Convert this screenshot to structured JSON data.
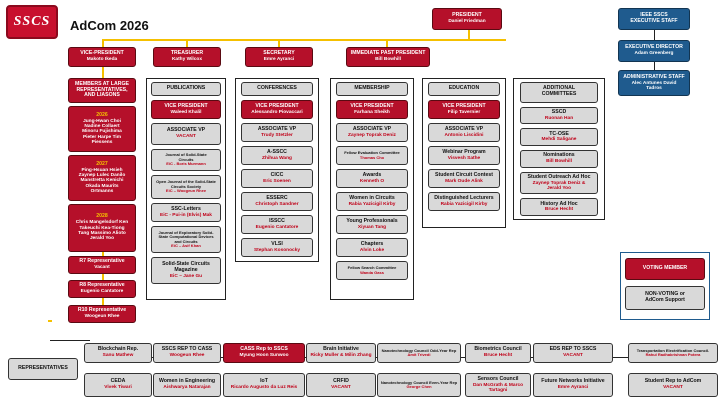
{
  "header": {
    "logo_text": "SSCS",
    "title": "AdCom 2026"
  },
  "president": {
    "title": "PRESIDENT",
    "name": "Daniel Friedman"
  },
  "staff": [
    {
      "title": "IEEE SSCS EXECUTIVE STAFF",
      "name": ""
    },
    {
      "title": "EXECUTIVE DIRECTOR",
      "name": "Adam Greenberg"
    },
    {
      "title": "ADMINISTRATIVE STAFF",
      "name": "Alec Antunes David Tadros"
    }
  ],
  "vp": {
    "title": "VICE-PRESIDENT",
    "name": "Makoto Ikeda"
  },
  "members_at_large": {
    "title": "MEMBERS AT LARGE REPRESENTATIVES, AND LIASONS",
    "groups": [
      {
        "year": "2026",
        "names": "Jung-Hwan Choi Nadine Collaert Minoru Fujishima Pieter Harpe Tim Piessens"
      },
      {
        "year": "2027",
        "names": "Ping-Hsuan Hsieh Zaynep Lulec Danilo Manstretta Kenichi Okada Maurits Ortmanns"
      },
      {
        "year": "2028",
        "names": "Chris Mangelsdorf Ken Takeuchi Kea-Tiong Tang Massimo Alioto Jerald Yoo"
      }
    ],
    "reps": [
      {
        "title": "R7 Representative",
        "name": "Vacant"
      },
      {
        "title": "R8 Representative",
        "name": "Eugenio Cantatore"
      },
      {
        "title": "R10 Representative",
        "name": "Woogeun Rhee"
      }
    ]
  },
  "officers": [
    {
      "title": "TREASURER",
      "name": "Kathy Wilcox"
    },
    {
      "title": "SECRETARY",
      "name": "Emre Ayranci"
    },
    {
      "title": "IMMEDIATE PAST PRESIDENT",
      "name": "Bill Bowhill"
    }
  ],
  "columns": [
    {
      "header": "PUBLICATIONS",
      "vp": {
        "title": "VICE PRESIDENT",
        "name": "Waleed Khalil"
      },
      "items": [
        {
          "title": "ASSOCIATE VP",
          "name": "VACANT"
        },
        {
          "title": "Journal of Solid-State Circuits",
          "name": "EiC - Boris Murmann"
        },
        {
          "title": "Open Journal of the Solid-State Circuits Society",
          "name": "EiC – Woogeun Rhee"
        },
        {
          "title": "SSC-Letters",
          "name": "EiC - Pui-in (Elvis) Mak"
        },
        {
          "title": "Journal of Exploratory Solid-State Computational Devices and Circuits",
          "name": "EiC – Asif Khan"
        },
        {
          "title": "Solid-State Circuits Magazine",
          "name": "EiC – Jane Gu"
        }
      ]
    },
    {
      "header": "CONFERENCES",
      "vp": {
        "title": "VICE PRESIDENT",
        "name": "Alessandro Piovaccari"
      },
      "items": [
        {
          "title": "ASSOCIATE VP",
          "name": "Trudy Stetzler"
        },
        {
          "title": "A-SSCC",
          "name": "Zhihua Wang"
        },
        {
          "title": "CICC",
          "name": "Eric Soenen"
        },
        {
          "title": "ESSERC",
          "name": "Christoph Sandner"
        },
        {
          "title": "ISSCC",
          "name": "Eugenio Cantatore"
        },
        {
          "title": "VLSI",
          "name": "Stephan Kosonocky"
        }
      ]
    },
    {
      "header": "MEMBERSHIP",
      "vp": {
        "title": "VICE PRESIDENT",
        "name": "Farhana Sheikh"
      },
      "items": [
        {
          "title": "ASSOCIATE VP",
          "name": "Zaynep Toprak Deniz"
        },
        {
          "title": "Fellow Evaluation Committee",
          "name": "Thomas Cho"
        },
        {
          "title": "Awards",
          "name": "Kenneth O"
        },
        {
          "title": "Women in Circuits",
          "name": "Rabia Yazicigil Kirby"
        },
        {
          "title": "Young Professionals",
          "name": "Xiyuan Tang"
        },
        {
          "title": "Chapters",
          "name": "Alvin Loke"
        },
        {
          "title": "Fellow Search Committee",
          "name": "Wanda Gass"
        }
      ]
    },
    {
      "header": "EDUCATION",
      "vp": {
        "title": "VICE PRESIDENT",
        "name": "Filip Tavernier"
      },
      "items": [
        {
          "title": "ASSOCIATE VP",
          "name": "Antonio Liscidini"
        },
        {
          "title": "Webinar Program",
          "name": "Visvesh Sathe"
        },
        {
          "title": "Student Circuit Contest",
          "name": "Mark Oude Alink"
        },
        {
          "title": "Distinguished Lecturers",
          "name": "Rabia Yazicigil Kirby"
        }
      ]
    },
    {
      "header": "ADDITIONAL COMMITTEES",
      "vp": null,
      "items": [
        {
          "title": "SSCD",
          "name": "Ruonan Han"
        },
        {
          "title": "TC-OSE",
          "name": "Mehdi Saligane"
        },
        {
          "title": "Nominations",
          "name": "Bill Bowhill"
        },
        {
          "title": "Student Outreach Ad Hoc",
          "name": "Zaynep Toprak Deniz & Jerald Yoo"
        },
        {
          "title": "History Ad Hoc",
          "name": "Bruce Hecht"
        }
      ]
    }
  ],
  "legend": {
    "voting": "VOTING MEMBER",
    "nonvoting": "NON-VOTING or AdCom Support"
  },
  "representatives": {
    "label": "REPRESENTATIVES",
    "top": [
      {
        "title": "Blockchain Rep.",
        "name": "Sanu Mathew"
      },
      {
        "title": "SSCS REP TO CASS",
        "name": "Woogeun Rhee"
      },
      {
        "title": "CASS Rep to SSCS",
        "name": "Myung Hoon Sunwoo"
      },
      {
        "title": "Brain Initiative",
        "name": "Ricky Muller & Milin Zhang"
      },
      {
        "title": "Nanotechnology Council Odd-Year Rep",
        "name": "Amit Trivedi"
      },
      {
        "title": "Biometrics Council",
        "name": "Bruce Hecht"
      },
      {
        "title": "EDS REP TO SSCS",
        "name": "VACANT"
      },
      {
        "title": "Transportation Electrification Council.",
        "name": "Rahul Radhakrishnan Potera"
      }
    ],
    "bottom": [
      {
        "title": "CEDA",
        "name": "Vivek Tiwari"
      },
      {
        "title": "Women in Engineering",
        "name": "Aishwarya Natarajan"
      },
      {
        "title": "IoT",
        "name": "Ricardo Augusto da Luz Reis"
      },
      {
        "title": "CRFID",
        "name": "VACANT"
      },
      {
        "title": "Nanotechnology Council Even-Year Rep",
        "name": "George Chen"
      },
      {
        "title": "Sensors Council",
        "name": "Dan McGrath & Marco Tartagni"
      },
      {
        "title": "Future Networks Initiative",
        "name": "Emre Ayranci"
      },
      {
        "title": "Student Rep to AdCom",
        "name": "VACANT"
      }
    ]
  },
  "colors": {
    "voting": "#b5102a",
    "nonvoting": "#d9d9d9",
    "staff": "#1f5b8e",
    "connector": "#f5c000"
  }
}
